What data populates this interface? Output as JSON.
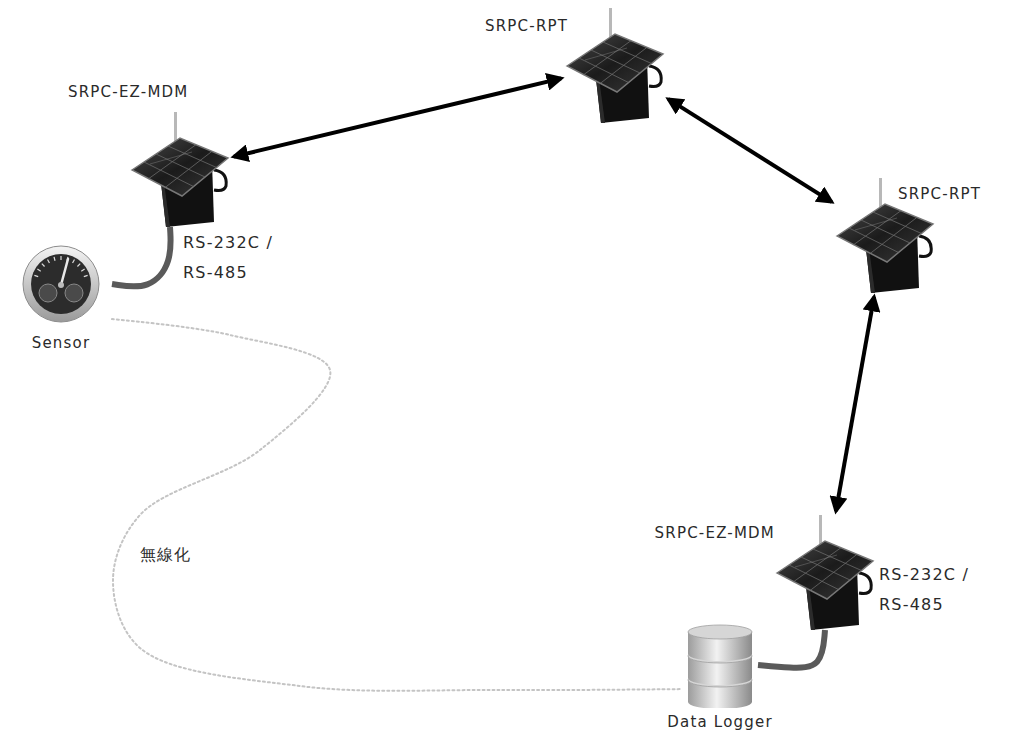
{
  "diagram": {
    "nodes": [
      {
        "text": [
          "SRPC-RPT"
        ]
      },
      {
        "text": [
          "SRPC-EZ-MDM"
        ]
      },
      {
        "text": [
          "SRPC-RPT"
        ]
      },
      {
        "text": [
          "Sensor"
        ]
      },
      {
        "text": [
          "SRPC-EZ-MDM"
        ]
      },
      {
        "text": [
          "Data Logger"
        ]
      }
    ],
    "edges": [
      {
        "from": 1,
        "to": 0,
        "arrow": "both"
      },
      {
        "from": 0,
        "to": 2,
        "arrow": "both"
      },
      {
        "from": 2,
        "to": 4,
        "arrow": "both"
      },
      {
        "from": 3,
        "to": 1,
        "arrow": "none"
      },
      {
        "from": 4,
        "to": 5,
        "arrow": "none"
      },
      {
        "from": 3,
        "to": 5,
        "arrow": "none"
      }
    ],
    "labels": [
      "RS-232C / RS-485",
      "RS-232C / RS-485",
      "無線化"
    ]
  }
}
